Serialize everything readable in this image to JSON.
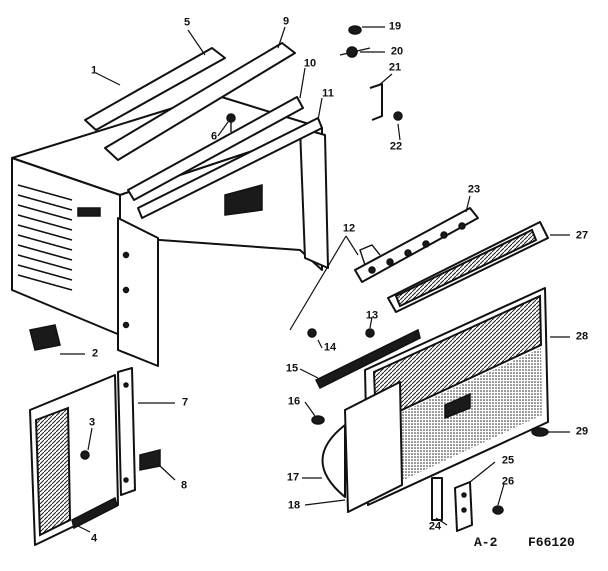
{
  "diagram": {
    "part_numbers": [
      "1",
      "2",
      "3",
      "4",
      "5",
      "6",
      "7",
      "8",
      "9",
      "10",
      "11",
      "12",
      "13",
      "14",
      "15",
      "16",
      "17",
      "18",
      "19",
      "20",
      "21",
      "22",
      "23",
      "24",
      "25",
      "26",
      "27",
      "28",
      "29"
    ],
    "page_ref": "A-2",
    "drawing_id": "F66120"
  }
}
